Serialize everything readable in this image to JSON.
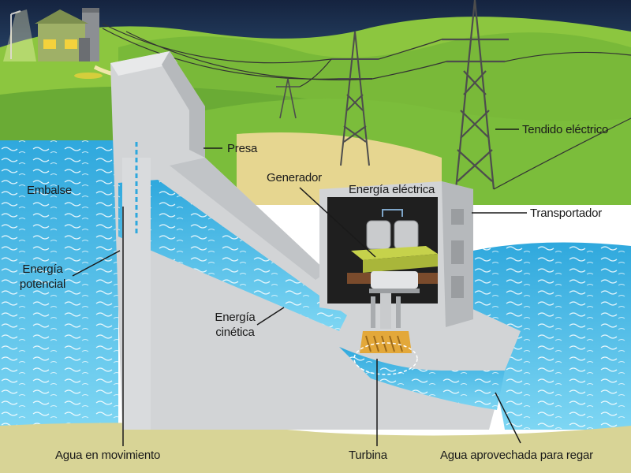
{
  "labels": {
    "presa": "Presa",
    "tendido": "Tendido eléctrico",
    "generador": "Generador",
    "energia_electrica": "Energía eléctrica",
    "transportador": "Transportador",
    "embalse": "Embalse",
    "energia_potencial_1": "Energía",
    "energia_potencial_2": "potencial",
    "energia_cinetica_1": "Energía",
    "energia_cinetica_2": "cinética",
    "agua_movimiento": "Agua en movimiento",
    "turbina": "Turbina",
    "agua_regar": "Agua aprovechada para regar"
  },
  "colors": {
    "sky": "#1c2f52",
    "hills": "#8cc63f",
    "hills_dark": "#5fae3a",
    "sand": "#e8d48a",
    "water": "#5ec8ee",
    "water_dark": "#2fa8dd",
    "concrete": "#d2d4d6",
    "concrete_shade": "#a9acaf",
    "tower": "#555555"
  }
}
